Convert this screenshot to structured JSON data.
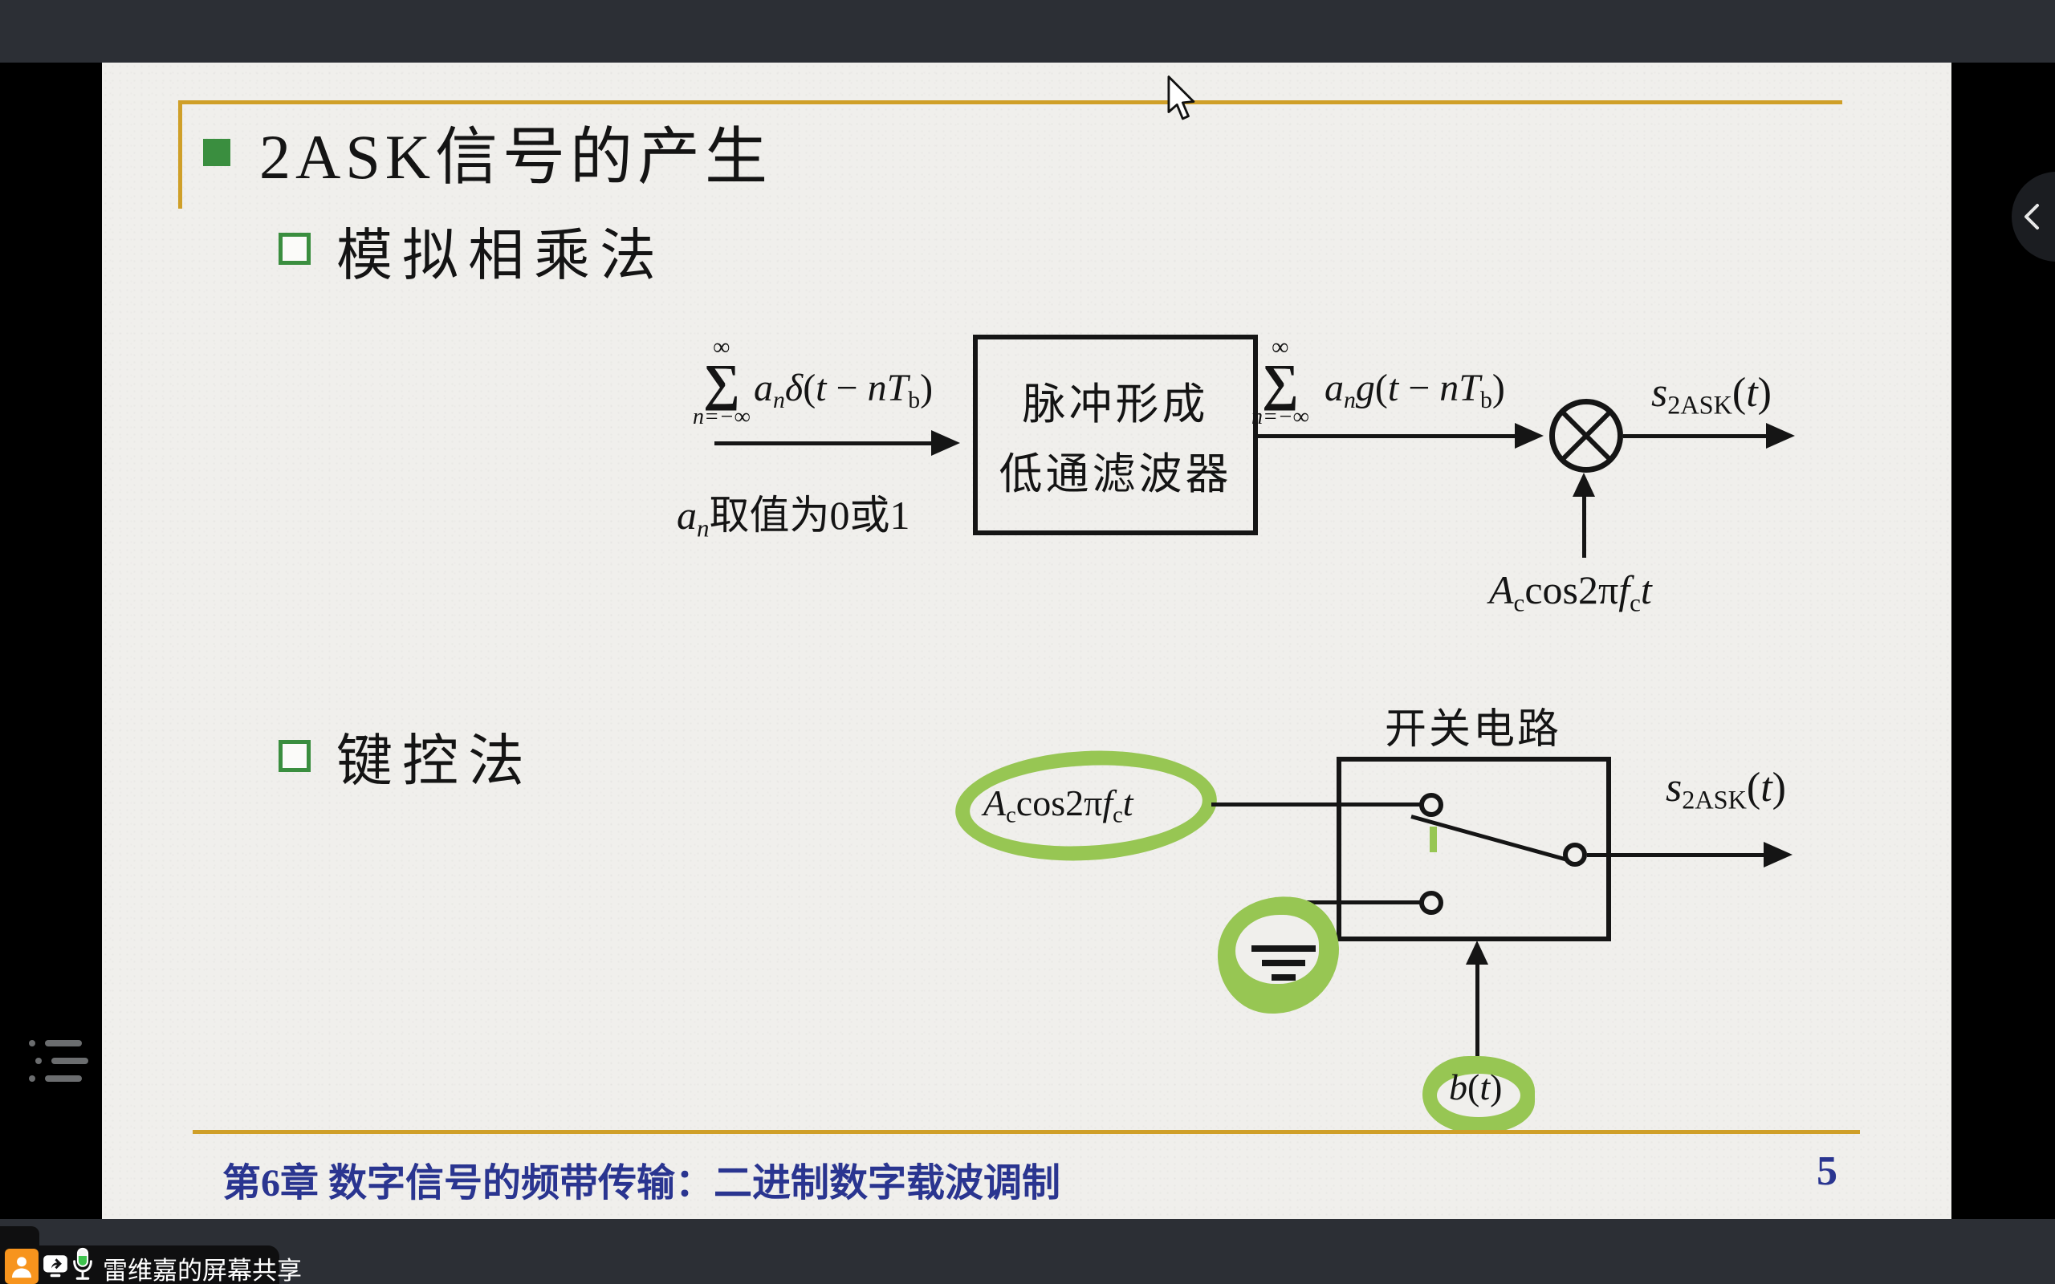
{
  "app": {
    "share_banner_text": "雷维嘉的屏幕共享",
    "collapse_chevron": "chevron-left"
  },
  "slide": {
    "page_number": "5",
    "footer_text": "第6章 数字信号的频带传输：二进制数字载波调制",
    "title_text": "2ASK信号的产生",
    "bullet_1_text": "模拟相乘法",
    "bullet_2_text": "键控法",
    "filter_box_line1": "脉冲形成",
    "filter_box_line2": "低通滤波器",
    "switch_box_label": "开关电路"
  },
  "formulas": {
    "sum": {
      "top": "∞",
      "op": "∑",
      "bot": "n=−∞"
    },
    "input_body": [
      {
        "s": "i",
        "t": "a"
      },
      {
        "s": "si",
        "t": "n"
      },
      {
        "s": "i",
        "t": "δ"
      },
      {
        "s": "r",
        "t": "("
      },
      {
        "s": "i",
        "t": "t"
      },
      {
        "s": "r",
        "t": " − "
      },
      {
        "s": "i",
        "t": "nT"
      },
      {
        "s": "sr",
        "t": "b"
      },
      {
        "s": "r",
        "t": ")"
      }
    ],
    "output_body": [
      {
        "s": "i",
        "t": "a"
      },
      {
        "s": "si",
        "t": "n"
      },
      {
        "s": "i",
        "t": "g"
      },
      {
        "s": "r",
        "t": "("
      },
      {
        "s": "i",
        "t": "t"
      },
      {
        "s": "r",
        "t": " − "
      },
      {
        "s": "i",
        "t": "nT"
      },
      {
        "s": "sr",
        "t": "b"
      },
      {
        "s": "r",
        "t": ")"
      }
    ],
    "input_note": [
      {
        "s": "i",
        "t": "a"
      },
      {
        "s": "si",
        "t": "n"
      },
      {
        "s": "r",
        "t": "取值为0或1"
      }
    ],
    "s2ask": [
      {
        "s": "i",
        "t": "s"
      },
      {
        "s": "sr",
        "t": "2ASK"
      },
      {
        "s": "r",
        "t": "("
      },
      {
        "s": "i",
        "t": "t"
      },
      {
        "s": "r",
        "t": ")"
      }
    ],
    "carrier": [
      {
        "s": "i",
        "t": "A"
      },
      {
        "s": "sr",
        "t": "c"
      },
      {
        "s": "r",
        "t": "cos2π"
      },
      {
        "s": "i",
        "t": "f"
      },
      {
        "s": "sr",
        "t": "c"
      },
      {
        "s": "i",
        "t": "t"
      }
    ],
    "bt": [
      {
        "s": "i",
        "t": "b"
      },
      {
        "s": "r",
        "t": "("
      },
      {
        "s": "i",
        "t": "t"
      },
      {
        "s": "r",
        "t": ")"
      }
    ]
  },
  "colors": {
    "gold_rule": "#cf9f28",
    "bullet_green": "#3a8e3f",
    "highlighter_green": "#97c653",
    "footer_blue": "#2a3590",
    "chrome_bar": "#2c2f35",
    "avatar_orange": "#f7941d",
    "mic_green": "#3ec24d",
    "slide_background": "#f0efec"
  }
}
